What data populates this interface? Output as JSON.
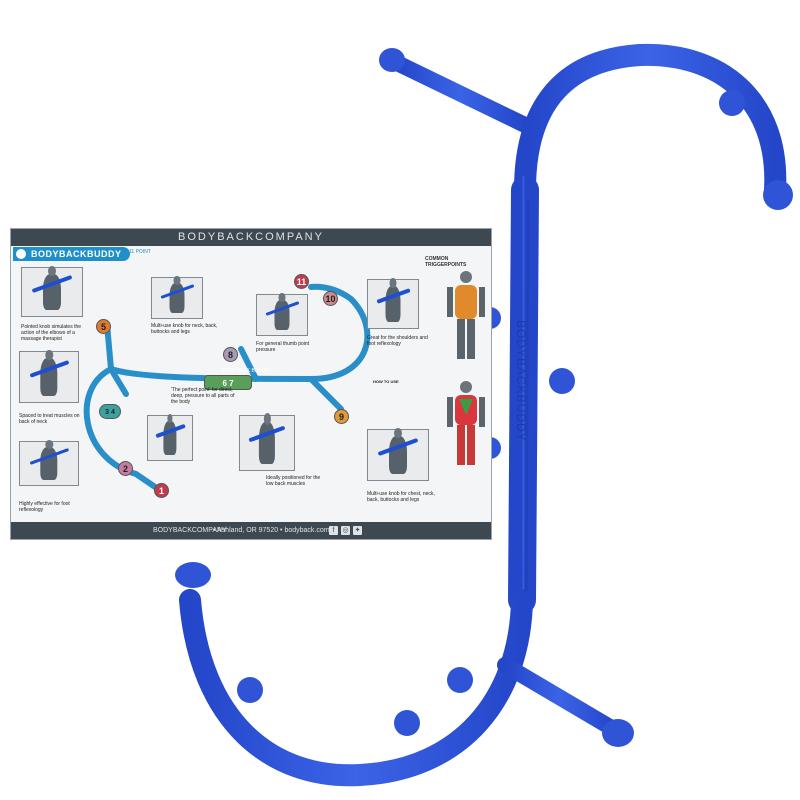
{
  "card": {
    "top_brand": "BODYBACKCOMPANY",
    "product_name": "BODYBACKBUDDY",
    "subtitle": "11 POINT",
    "common_triggerpoints": "COMMON TRIGGERPOINTS",
    "how_to_use": "HOW TO USE",
    "bottom_brand": "BODYBACKCOMPANY",
    "bottom_address": "• Ashland, OR 97520 • bodyback.com",
    "social_icons": [
      "facebook-icon",
      "instagram-icon",
      "twitter-icon"
    ],
    "tool_label": "BODY BACK BUDDY",
    "points": [
      {
        "id": "5",
        "caption": "Pointed knob simulates the action of the elbows of a massage therapist",
        "color": "#e07a2e"
      },
      {
        "id": "8",
        "caption": "Multi-use knob for neck, back, buttocks and legs",
        "color": "#a89bb6"
      },
      {
        "id": "11",
        "caption": "For general thumb point pressure",
        "color": "#c23b4f"
      },
      {
        "id": "10",
        "caption": "Great for the shoulders and foot reflexology",
        "color": "#c98b8b"
      },
      {
        "id": "3 4",
        "caption": "Spaced to treat muscles on back of neck",
        "color": "#3aa3a0"
      },
      {
        "id": "6 7",
        "caption": "'The perfect point' for direct, deep, pressure to all parts of the body",
        "color": "#58a05a"
      },
      {
        "id": "2",
        "caption": "Highly effective for foot reflexology",
        "color": "#c77aa2"
      },
      {
        "id": "1",
        "caption": "",
        "color": "#c23b4f"
      },
      {
        "id": "1",
        "caption": "Ideally positioned for the low back muscles",
        "color": "#58a05a"
      },
      {
        "id": "9",
        "caption": "Multi-use knob for chest, neck, back, buttocks and legs",
        "color": "#e09a3a"
      }
    ]
  },
  "product": {
    "embossed_text": "BODYBACKBUDDY",
    "color": "#2f55d6"
  }
}
